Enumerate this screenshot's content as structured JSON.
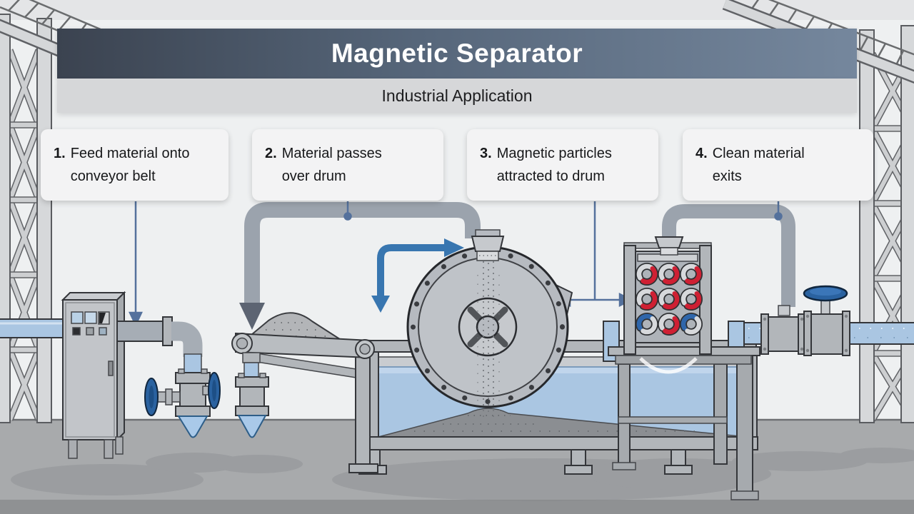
{
  "header": {
    "title": "Magnetic Separator",
    "subtitle": "Industrial Application"
  },
  "steps": [
    {
      "number": "1.",
      "text": "Feed material onto conveyor belt",
      "lines": [
        "Feed material onto",
        "conveyor belt"
      ]
    },
    {
      "number": "2.",
      "text": "Material passes over drum",
      "lines": [
        "Material passes",
        "over drum"
      ]
    },
    {
      "number": "3.",
      "text": "Magnetic particles attracted to drum",
      "lines": [
        "Magnetic particles",
        "attracted to drum"
      ]
    },
    {
      "number": "4.",
      "text": "Clean material exits",
      "lines": [
        "Clean material",
        "exits"
      ]
    }
  ],
  "colors": {
    "banner_left": "#3b4350",
    "banner_right": "#75879d",
    "subtitle_bg": "#d6d7d9",
    "accent_blue": "#3876b0",
    "magnet_red": "#cf2033",
    "magnet_blue": "#2e66ab",
    "water": "#aac6e2",
    "pipe_gray": "#9ba3ad"
  },
  "illustration": {
    "components": [
      "control-cabinet",
      "feed-drain-valves",
      "conveyor-belt",
      "material-pile",
      "separator-drum",
      "collection-tank",
      "magnet-grid-panel",
      "outlet-valves",
      "factory-truss-columns"
    ]
  }
}
